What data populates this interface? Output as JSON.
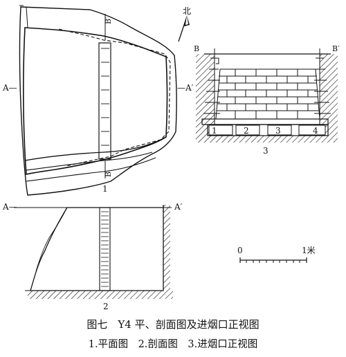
{
  "figure": {
    "caption": "图七　Y4 平、剖面图及进烟口正视图",
    "subcaption": "1.平面图　2.剖面图　3.进烟口正视图"
  },
  "plan": {
    "section_a_left": "A—",
    "section_a_right": "—A′",
    "section_b_top": "B′",
    "section_b_bottom": "B",
    "panel_number": "1",
    "north_label": "北"
  },
  "section": {
    "a_left": "A—",
    "a_right": "A′",
    "panel_number": "2"
  },
  "front_view": {
    "b_left": "B",
    "b_right": "B′",
    "flue_numbers": [
      "1",
      "2",
      "3",
      "4"
    ],
    "panel_number": "3"
  },
  "scale_bar": {
    "start_label": "0",
    "end_label": "1米"
  }
}
